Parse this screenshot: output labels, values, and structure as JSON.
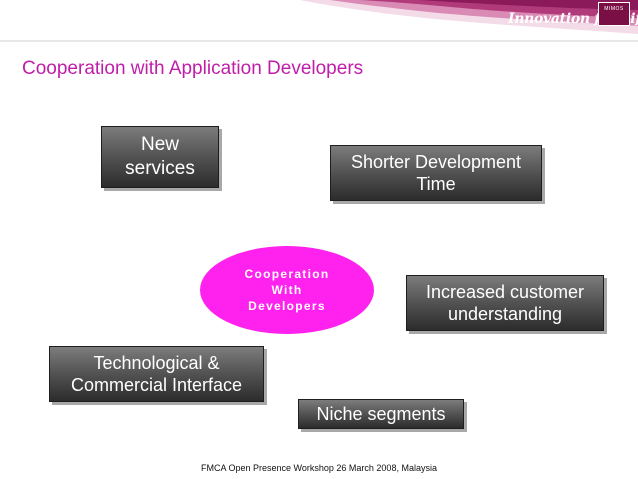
{
  "slide": {
    "title": "Cooperation with Application Developers",
    "center": {
      "line1": "Cooperation",
      "line2": "With",
      "line3": "Developers"
    },
    "boxes": {
      "new_services": {
        "line1": "New",
        "line2": "services"
      },
      "shorter_development": {
        "line1": "Shorter Development",
        "line2": "Time"
      },
      "increased_customer": {
        "line1": "Increased customer",
        "line2": "understanding"
      },
      "technological": {
        "line1": "Technological &",
        "line2": "Commercial Interface"
      },
      "niche_segments": {
        "line1": "Niche segments"
      }
    },
    "footer": "FMCA Open Presence Workshop 26 March 2008, Malaysia"
  },
  "branding": {
    "slogan": "Innovation for Life",
    "logo_text": "MIMOS"
  },
  "colors": {
    "title": "#c01ea8",
    "accent_ellipse": "#ff22ee",
    "header_wave": "#8b1a5a",
    "box_gradient_top": "#7c7c7c",
    "box_gradient_bottom": "#2c2c2c"
  }
}
